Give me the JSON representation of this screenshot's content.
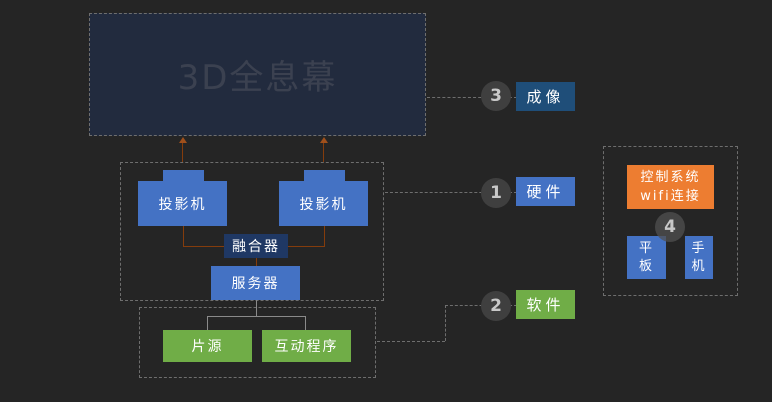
{
  "screen": {
    "title": "3D全息幕"
  },
  "hardware": {
    "projector_left": "投影机",
    "projector_right": "投影机",
    "fuser": "融合器",
    "server": "服务器"
  },
  "software": {
    "source": "片源",
    "interactive_program": "互动程序"
  },
  "control": {
    "system": "控制系统\nwifi连接",
    "tablet": "平\n板",
    "phone": "手\n机",
    "number": "4"
  },
  "callouts": [
    {
      "number": "3",
      "label": "成像",
      "color": "#1f4e79"
    },
    {
      "number": "1",
      "label": "硬件",
      "color": "#4472c4"
    },
    {
      "number": "2",
      "label": "软件",
      "color": "#70ad47"
    }
  ]
}
